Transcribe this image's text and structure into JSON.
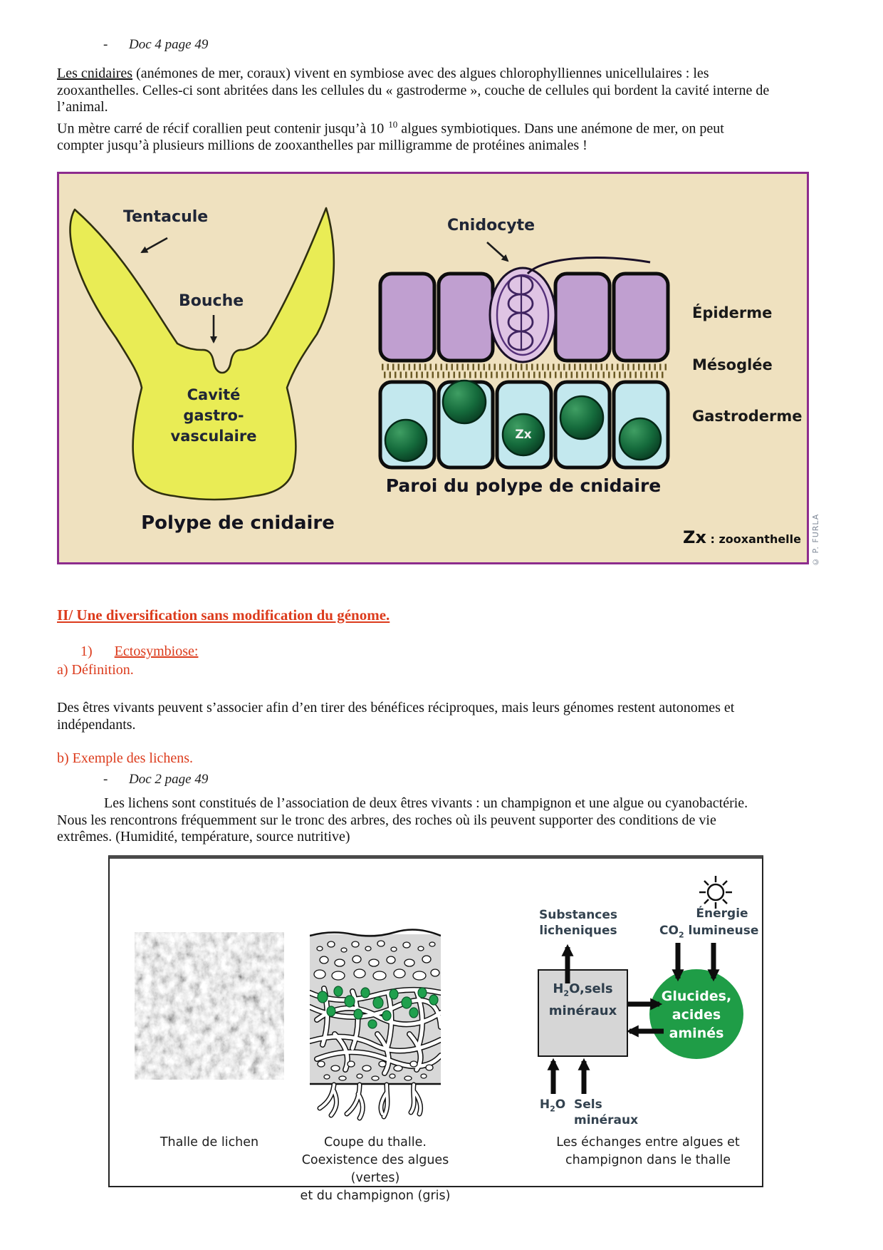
{
  "colors": {
    "accent_red": "#dc3b1c",
    "fig1_background": "#efe1bf",
    "fig1_border": "#8d2c8d",
    "polyp_yellow": "#e9ec55",
    "epidermis_purple": "#c09fd0",
    "cnidocyte_purple": "#dfc4e4",
    "gastroderm_blue": "#c3e8ee",
    "zooxanthelle_green": "#156b3c",
    "exchange_circle_green": "#1f9d47",
    "exchange_box_gray": "#d6d6d6"
  },
  "header": {
    "dash": "-",
    "doc_ref": "Doc 4 page 49"
  },
  "intro": {
    "p1_lead": "Les cnidaires",
    "p1_rest": " (anémones de mer, coraux) vivent en symbiose avec des algues chlorophylliennes unicellulaires : les zooxanthelles. Celles-ci sont abritées dans les cellules du « gastroderme », couche de cellules qui bordent la cavité interne de l’animal.",
    "p2_a": "Un mètre carré de récif corallien peut contenir jusqu’à 10",
    "p2_sup": "10",
    "p2_b": " algues symbiotiques. Dans une anémone de mer, on peut compter jusqu’à plusieurs millions de zooxanthelles par milligramme de protéines animales !"
  },
  "figure1": {
    "tentacule": "Tentacule",
    "bouche": "Bouche",
    "cavite_l1": "Cavité",
    "cavite_l2": "gastro-",
    "cavite_l3": "vasculaire",
    "cnidocyte": "Cnidocyte",
    "epiderme": "Épiderme",
    "mesoglee": "Mésoglée",
    "gastroderme": "Gastroderme",
    "paroi": "Paroi du polype de cnidaire",
    "polype": "Polype de cnidaire",
    "zx_sphere": "Zx",
    "zx_abbr": "Zx",
    "zx_def": ": zooxanthelle",
    "credit": "© P. FURLA"
  },
  "section2": {
    "title": "II/ Une diversification sans modification du génome.",
    "item1_num": "1)",
    "item1_label": "Ectosymbiose:",
    "sub_a": "a) Définition.",
    "def_text": "Des êtres vivants peuvent s’associer afin d’en tirer des bénéfices réciproques, mais leurs génomes restent autonomes et indépendants.",
    "sub_b": "b) Exemple des lichens.",
    "dash": "-",
    "doc_ref": "Doc 2 page 49",
    "lichen_text": "Les lichens sont constitués de l’association de deux êtres vivants : un champignon et une algue ou cyanobactérie. Nous les rencontrons fréquemment sur le tronc des arbres, des roches où ils peuvent supporter des conditions de vie extrêmes. (Humidité, température, source nutritive)"
  },
  "figure2": {
    "exchange": {
      "substances_l1": "Substances",
      "substances_l2": "licheniques",
      "co2_base": "CO",
      "co2_sub": "2",
      "energie_l1": "Énergie",
      "energie_l2": "lumineuse",
      "box_h": "H",
      "box_h_sub": "2",
      "box_rest": "O,sels",
      "box_l2": "minéraux",
      "circle_l1": "Glucides,",
      "circle_l2": "acides",
      "circle_l3": "aminés",
      "h2o_base": "H",
      "h2o_sub": "2",
      "h2o_end": "O",
      "sels_l1": "Sels",
      "sels_l2": "minéraux"
    },
    "captions": {
      "cap1": "Thalle de lichen",
      "cap2_l1": "Coupe du thalle.",
      "cap2_l2": "Coexistence des algues (vertes)",
      "cap2_l3": "et du champignon (gris)",
      "cap3_l1": "Les échanges entre algues et",
      "cap3_l2": "champignon dans le thalle"
    }
  }
}
